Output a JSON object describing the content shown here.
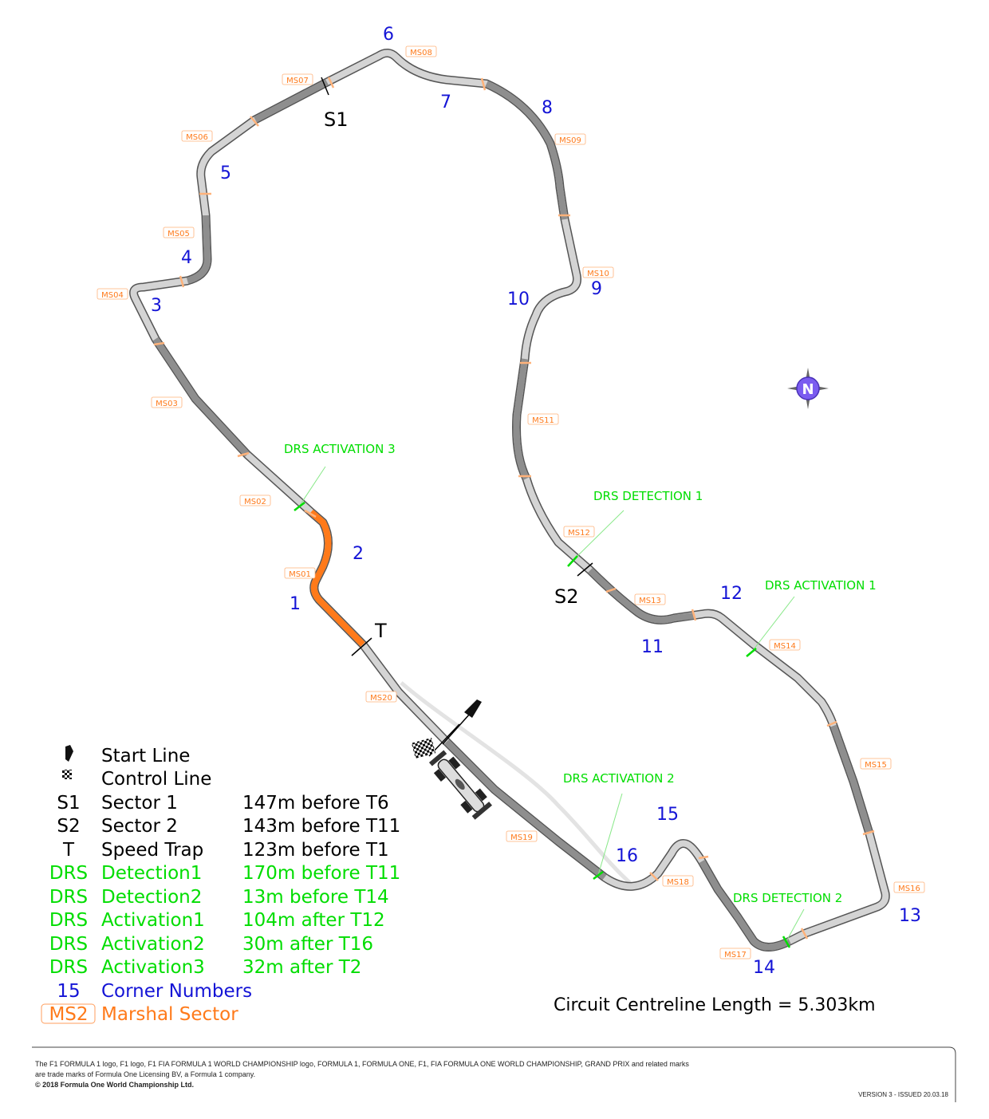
{
  "colors": {
    "corner": "#1414d6",
    "drs": "#00dd00",
    "marshal": "#ff7a1a",
    "track_light": "#cfcfcf",
    "track_dark": "#8a8a8a",
    "sector_one": "#ff7a1a"
  },
  "corners": [
    "1",
    "2",
    "3",
    "4",
    "5",
    "6",
    "7",
    "8",
    "9",
    "10",
    "11",
    "12",
    "13",
    "14",
    "15",
    "16"
  ],
  "marshal_sectors": [
    "MS01",
    "MS02",
    "MS03",
    "MS04",
    "MS05",
    "MS06",
    "MS07",
    "MS08",
    "MS09",
    "MS10",
    "MS11",
    "MS12",
    "MS13",
    "MS14",
    "MS15",
    "MS16",
    "MS17",
    "MS18",
    "MS19",
    "MS20"
  ],
  "sectors": {
    "s1": "S1",
    "s2": "S2",
    "trap": "T"
  },
  "drs_labels": {
    "act3": "DRS ACTIVATION 3",
    "det1": "DRS DETECTION 1",
    "act1": "DRS ACTIVATION 1",
    "act2": "DRS ACTIVATION 2",
    "det2": "DRS DETECTION 2"
  },
  "legend": {
    "start": "Start Line",
    "control": "Control Line",
    "s1_key": "S1",
    "s1_name": "Sector 1",
    "s1_desc": "147m before T6",
    "s2_key": "S2",
    "s2_name": "Sector 2",
    "s2_desc": "143m before T11",
    "t_key": "T",
    "t_name": "Speed Trap",
    "t_desc": "123m before T1",
    "drs": "DRS",
    "det1_name": "Detection1",
    "det1_desc": "170m before T11",
    "det2_name": "Detection2",
    "det2_desc": "13m before T14",
    "act1_name": "Activation1",
    "act1_desc": "104m after T12",
    "act2_name": "Activation2",
    "act2_desc": "30m after T16",
    "act3_name": "Activation3",
    "act3_desc": "32m after T2",
    "corner_key": "15",
    "corner_name": "Corner Numbers",
    "ms_key": "MS2",
    "ms_name": "Marshal Sector"
  },
  "length_text": "Circuit Centreline Length = 5.303km",
  "compass": "N",
  "footer": {
    "line1": "The F1 FORMULA 1 logo, F1 logo, F1 FIA FORMULA 1 WORLD CHAMPIONSHIP logo, FORMULA 1, FORMULA ONE, F1, FIA FORMULA ONE WORLD CHAMPIONSHIP, GRAND PRIX and related marks",
    "line2": "are trade marks of Formula One Licensing BV, a Formula 1 company.",
    "line3": "© 2018 Formula One World Championship Ltd.",
    "version": "VERSION 3 - ISSUED 20.03.18"
  }
}
